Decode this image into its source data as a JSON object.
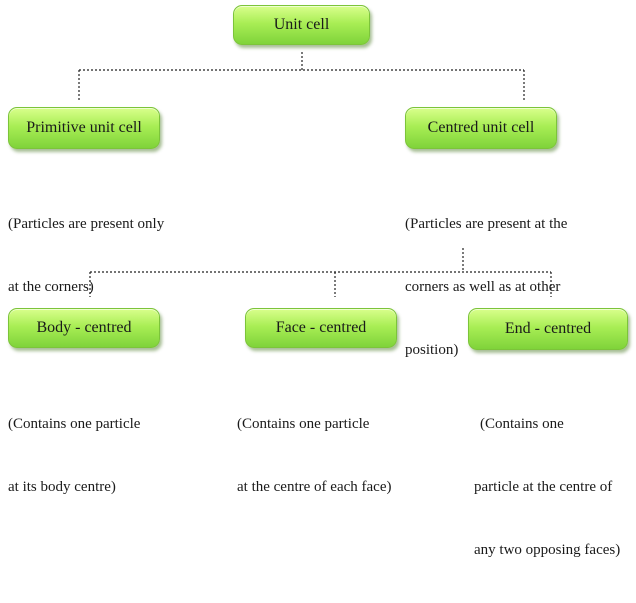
{
  "nodes": {
    "root": "Unit cell",
    "primitive": "Primitive unit cell",
    "centred": "Centred unit cell",
    "body": "Body - centred",
    "face": "Face - centred",
    "end": "End - centred"
  },
  "descriptions": {
    "primitive": [
      "(Particles are present only",
      "at the corners)"
    ],
    "centred": [
      "(Particles are present at the",
      "corners as well as at other",
      "position)"
    ],
    "body": [
      "(Contains one particle",
      "at its body centre)"
    ],
    "face": [
      "(Contains one particle",
      "at the centre of each face)"
    ],
    "end": [
      "(Contains one",
      "particle at the centre of",
      "any two opposing faces)"
    ]
  },
  "colors": {
    "node_fill_top": "#d9ff8c",
    "node_fill_bottom": "#7fd33a",
    "connector": "#222222"
  }
}
